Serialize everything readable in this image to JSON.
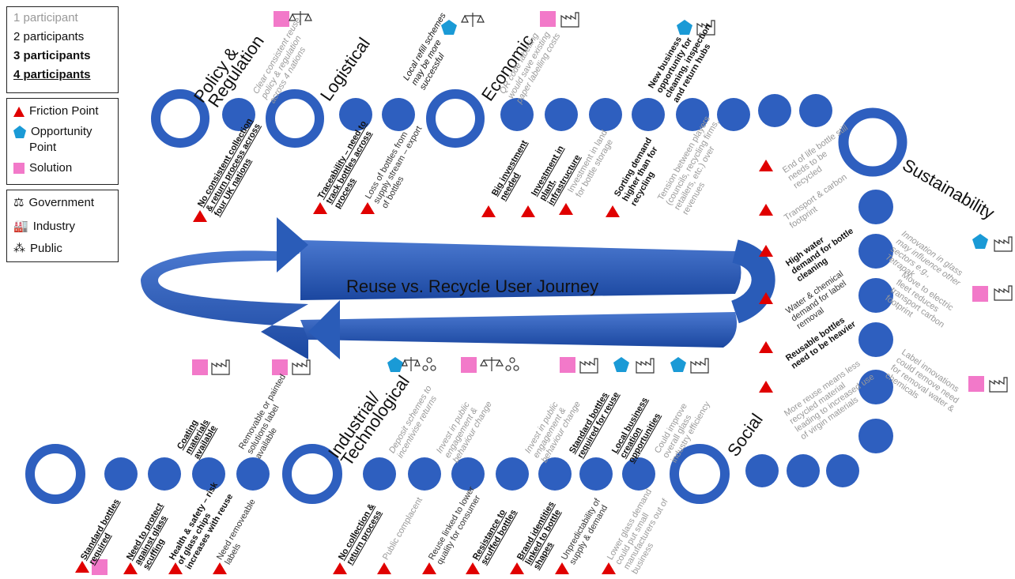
{
  "legend": {
    "participants": [
      "1 participant",
      "2 participants",
      "3 participants",
      "4 participants"
    ],
    "points": [
      "Friction Point",
      "Opportunity",
      "Point",
      "Solution"
    ],
    "stakeholders": [
      "Government",
      "Industry",
      "Public"
    ]
  },
  "categories": {
    "policy": "Policy &",
    "policy2": "Regulation",
    "logistical": "Logistical",
    "economic": "Economic",
    "sustainability": "Sustainability",
    "industrial": "Industrial/",
    "industrial2": "Technological",
    "social": "Social"
  },
  "journey_title": "Reuse vs. Recycle User Journey",
  "top_labels": {
    "clear_policy": "Clear consistent reuse policy & regulation across 4 nations",
    "local_refill": "Local refill schemes may be more successful",
    "qr_code": "QR code labelling would save existing paper labelling costs",
    "new_business": "New business opportunity for cleaning, inspection and return hubs"
  },
  "top_friction": {
    "no_consistent": "No consistent collection & return process across four UK nations",
    "traceability": "Traceability – need to track bottles across process",
    "loss_bottles": "Loss of bottles from supply stream – export of bottles",
    "big_investment": "Big investment needed",
    "investment_plant": "Investment in plant, infrastructure",
    "investment_land": "Investment in land for bottle storage",
    "sorting_demand": "Sorting demand higher than for recycling",
    "tension": "Tension between players (councils, recycling firms, retailers, etc.) over revenues"
  },
  "right_friction": {
    "end_of_life": "End of life bottle still needs to be recycled",
    "transport": "Transport & carbon footprint",
    "high_water": "High water demand for bottle cleaning",
    "water_chem": "Water & chemical demand for label removal",
    "reusable_heavier": "Reusable bottles need to be heavier",
    "more_reuse": "More reuse means less recycled material leading to increased use of virgin materials"
  },
  "right_labels": {
    "innovation_glass": "Innovation in glass may influence other sectors e.g., Tetrapak",
    "electric_fleet": "Move to electric fleet reduces transport carbon footprint",
    "label_innov": "Label innovations could remove need for removal water & chemicals"
  },
  "bottom_labels": {
    "coating": "Coating materials available",
    "removable": "Removable or painted solutions label available",
    "deposit": "Deposit schemes to incentivise returns",
    "invest_public1": "Invest in public engagement & behaviour change",
    "invest_public2": "Invest in public engagement & behaviour change",
    "standard_reuse": "Standard bottles required for reuse",
    "local_business": "Local business creation opportunities",
    "could_improve": "Could improve overall glass industry efficiency"
  },
  "bottom_friction": {
    "standard_bottles": "Standard bottles required",
    "need_protect": "Need to protect against glass scuffing",
    "health_safety": "Health & safety – risk of glass chips increases with reuse",
    "need_removable": "Need removeable labels",
    "no_collection": "No collection & return process",
    "public_complacent": "Public complacent",
    "reuse_linked": "Reuse linked to lower quality for consumer",
    "resistance": "Resistance to scuffed bottles",
    "brand_identities": "Brand identities linked to bottle shapes",
    "unpredictability": "Unpredictability of supply & demand",
    "lower_glass": "Lower glass demand could put small manufacturers out of business"
  },
  "colors": {
    "node": "#2e5fbf",
    "friction": "#e00000",
    "opportunity": "#1a9ad6",
    "solution": "#f279c9",
    "arrow": "#2a5cb8"
  }
}
